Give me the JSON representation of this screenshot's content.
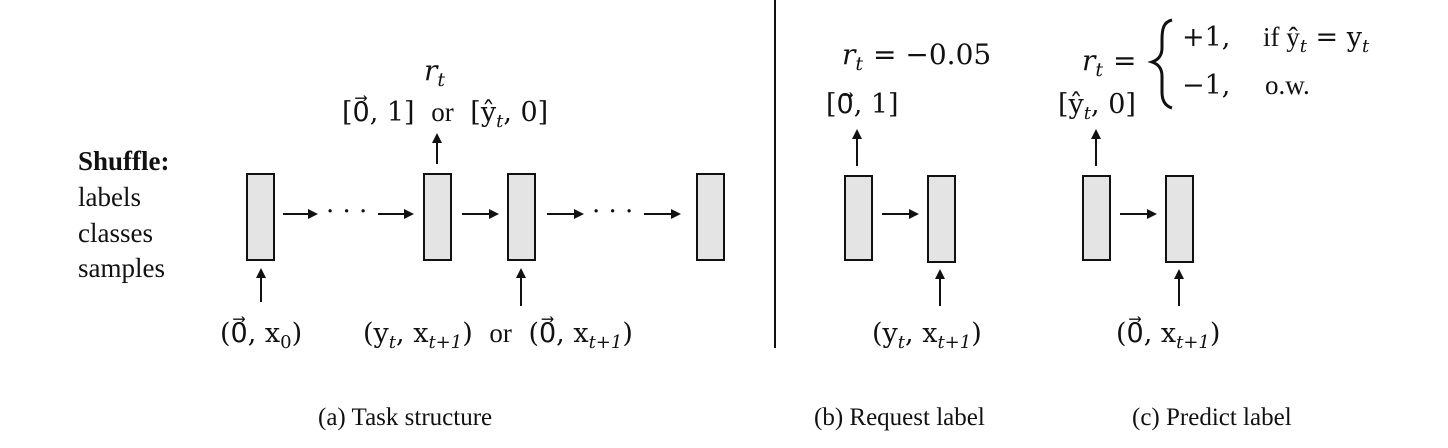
{
  "colors": {
    "box_fill": "#e4e4e4",
    "stroke": "#111111",
    "text": "#111111"
  },
  "panel_a": {
    "shuffle": {
      "title": "Shuffle:",
      "items": [
        "labels",
        "classes",
        "samples"
      ]
    },
    "dots": [
      "· · ·",
      "· · ·"
    ],
    "reward_label": "r",
    "reward_sub": "t",
    "top_output": {
      "left": "[0⃗, 1]",
      "or": "or",
      "right": "[ŷ",
      "right_sub": "t",
      "right_end": ", 0]"
    },
    "inputs": {
      "first": "(0⃗, x",
      "first_sub": "0",
      "first_end": ")",
      "mid_a": "(y",
      "mid_a_sub1": "t",
      "mid_a_mid": ", x",
      "mid_a_sub2": "t+1",
      "mid_a_end": ")",
      "or": "or",
      "mid_b": "(0⃗, x",
      "mid_b_sub": "t+1",
      "mid_b_end": ")"
    },
    "caption": "(a) Task structure"
  },
  "panel_b": {
    "reward": {
      "r": "r",
      "sub": "t",
      "eq": "= −0.05"
    },
    "output": "[0⃗, 1]",
    "input": {
      "a": "(y",
      "sub1": "t",
      "mid": ", x",
      "sub2": "t+1",
      "end": ")"
    },
    "caption": "(b) Request label"
  },
  "panel_c": {
    "reward": {
      "r": "r",
      "sub": "t",
      "eq": "=",
      "case1_val": "+1,",
      "case1_cond": "if ŷ",
      "case1_sub": "t",
      "case1_rest": " = y",
      "case1_sub2": "t",
      "case2_val": "−1,",
      "case2_cond": "o.w."
    },
    "output": {
      "a": "[ŷ",
      "sub": "t",
      "end": ", 0]"
    },
    "input": {
      "a": "(0⃗, x",
      "sub": "t+1",
      "end": ")"
    },
    "caption": "(c) Predict label"
  }
}
